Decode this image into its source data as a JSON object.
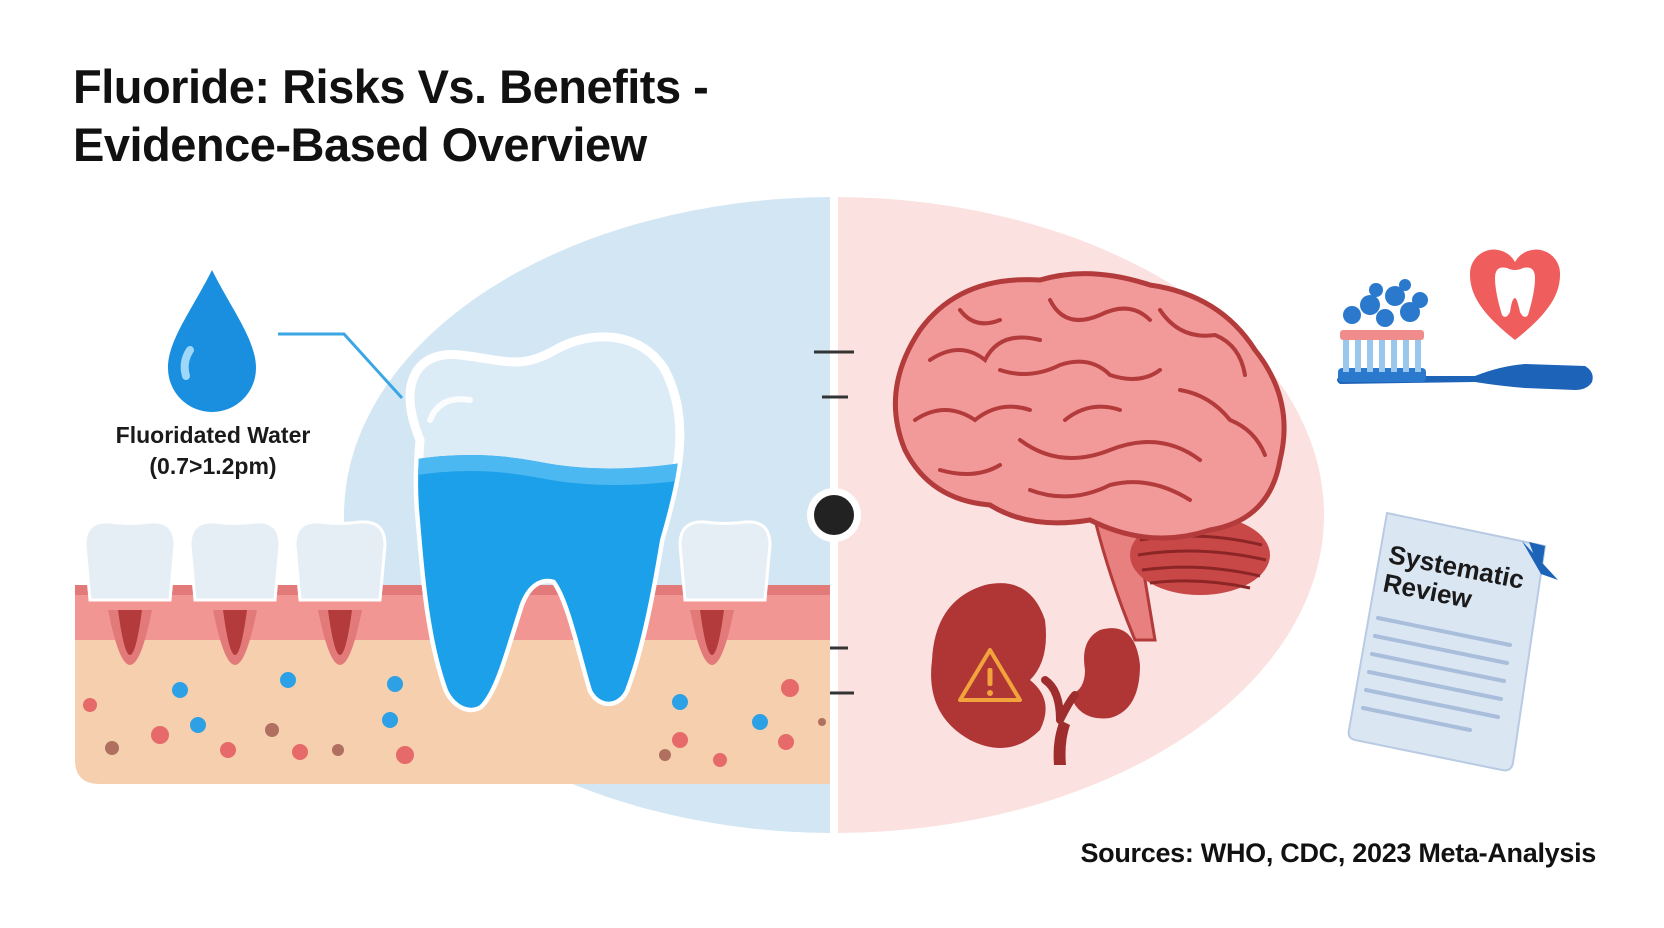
{
  "title": {
    "line1": "Fluoride: Risks Vs. Benefits -",
    "line2": "Evidence-Based Overview"
  },
  "benefits": {
    "water_label_line1": "Fluoridated Water",
    "water_label_line2": "(0.7>1.2pm)",
    "colors": {
      "background": "#d3e6f4",
      "water": "#1da0ea",
      "gum": "#f08c8c"
    }
  },
  "risks": {
    "review_label_line1": "Systematic",
    "review_label_line2": "Review",
    "colors": {
      "background": "#fbe1df",
      "brain": "#f19a99",
      "kidney": "#b03636",
      "warning": "#f2a33c"
    }
  },
  "icons": [
    "water-drop-icon",
    "tooth-icon",
    "brain-icon",
    "kidney-icon",
    "warning-icon",
    "toothbrush-icon",
    "heart-tooth-icon",
    "document-icon"
  ],
  "sources": "Sources: WHO, CDC, 2023 Meta-Analysis"
}
